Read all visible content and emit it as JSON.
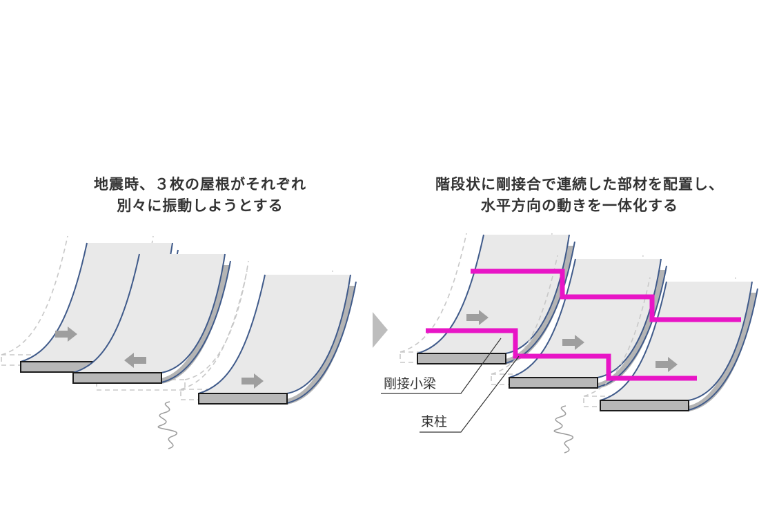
{
  "left_panel": {
    "title_line1": "地震時、３枚の屋根がそれぞれ",
    "title_line2": "別々に振動しようとする"
  },
  "right_panel": {
    "title_line1": "階段状に剛接合で連続した部材を配置し、",
    "title_line2": "水平方向の動きを一体化する",
    "callout_beam": "剛接小梁",
    "callout_post": "束柱"
  },
  "colors": {
    "roof_fill": "#e9e9e9",
    "roof_edge": "#3f5a8a",
    "roof_side": "#b4b4b4",
    "connector": "#e815c6",
    "arrow": "#9e9e9e",
    "ghost": "#c8c8c8"
  }
}
